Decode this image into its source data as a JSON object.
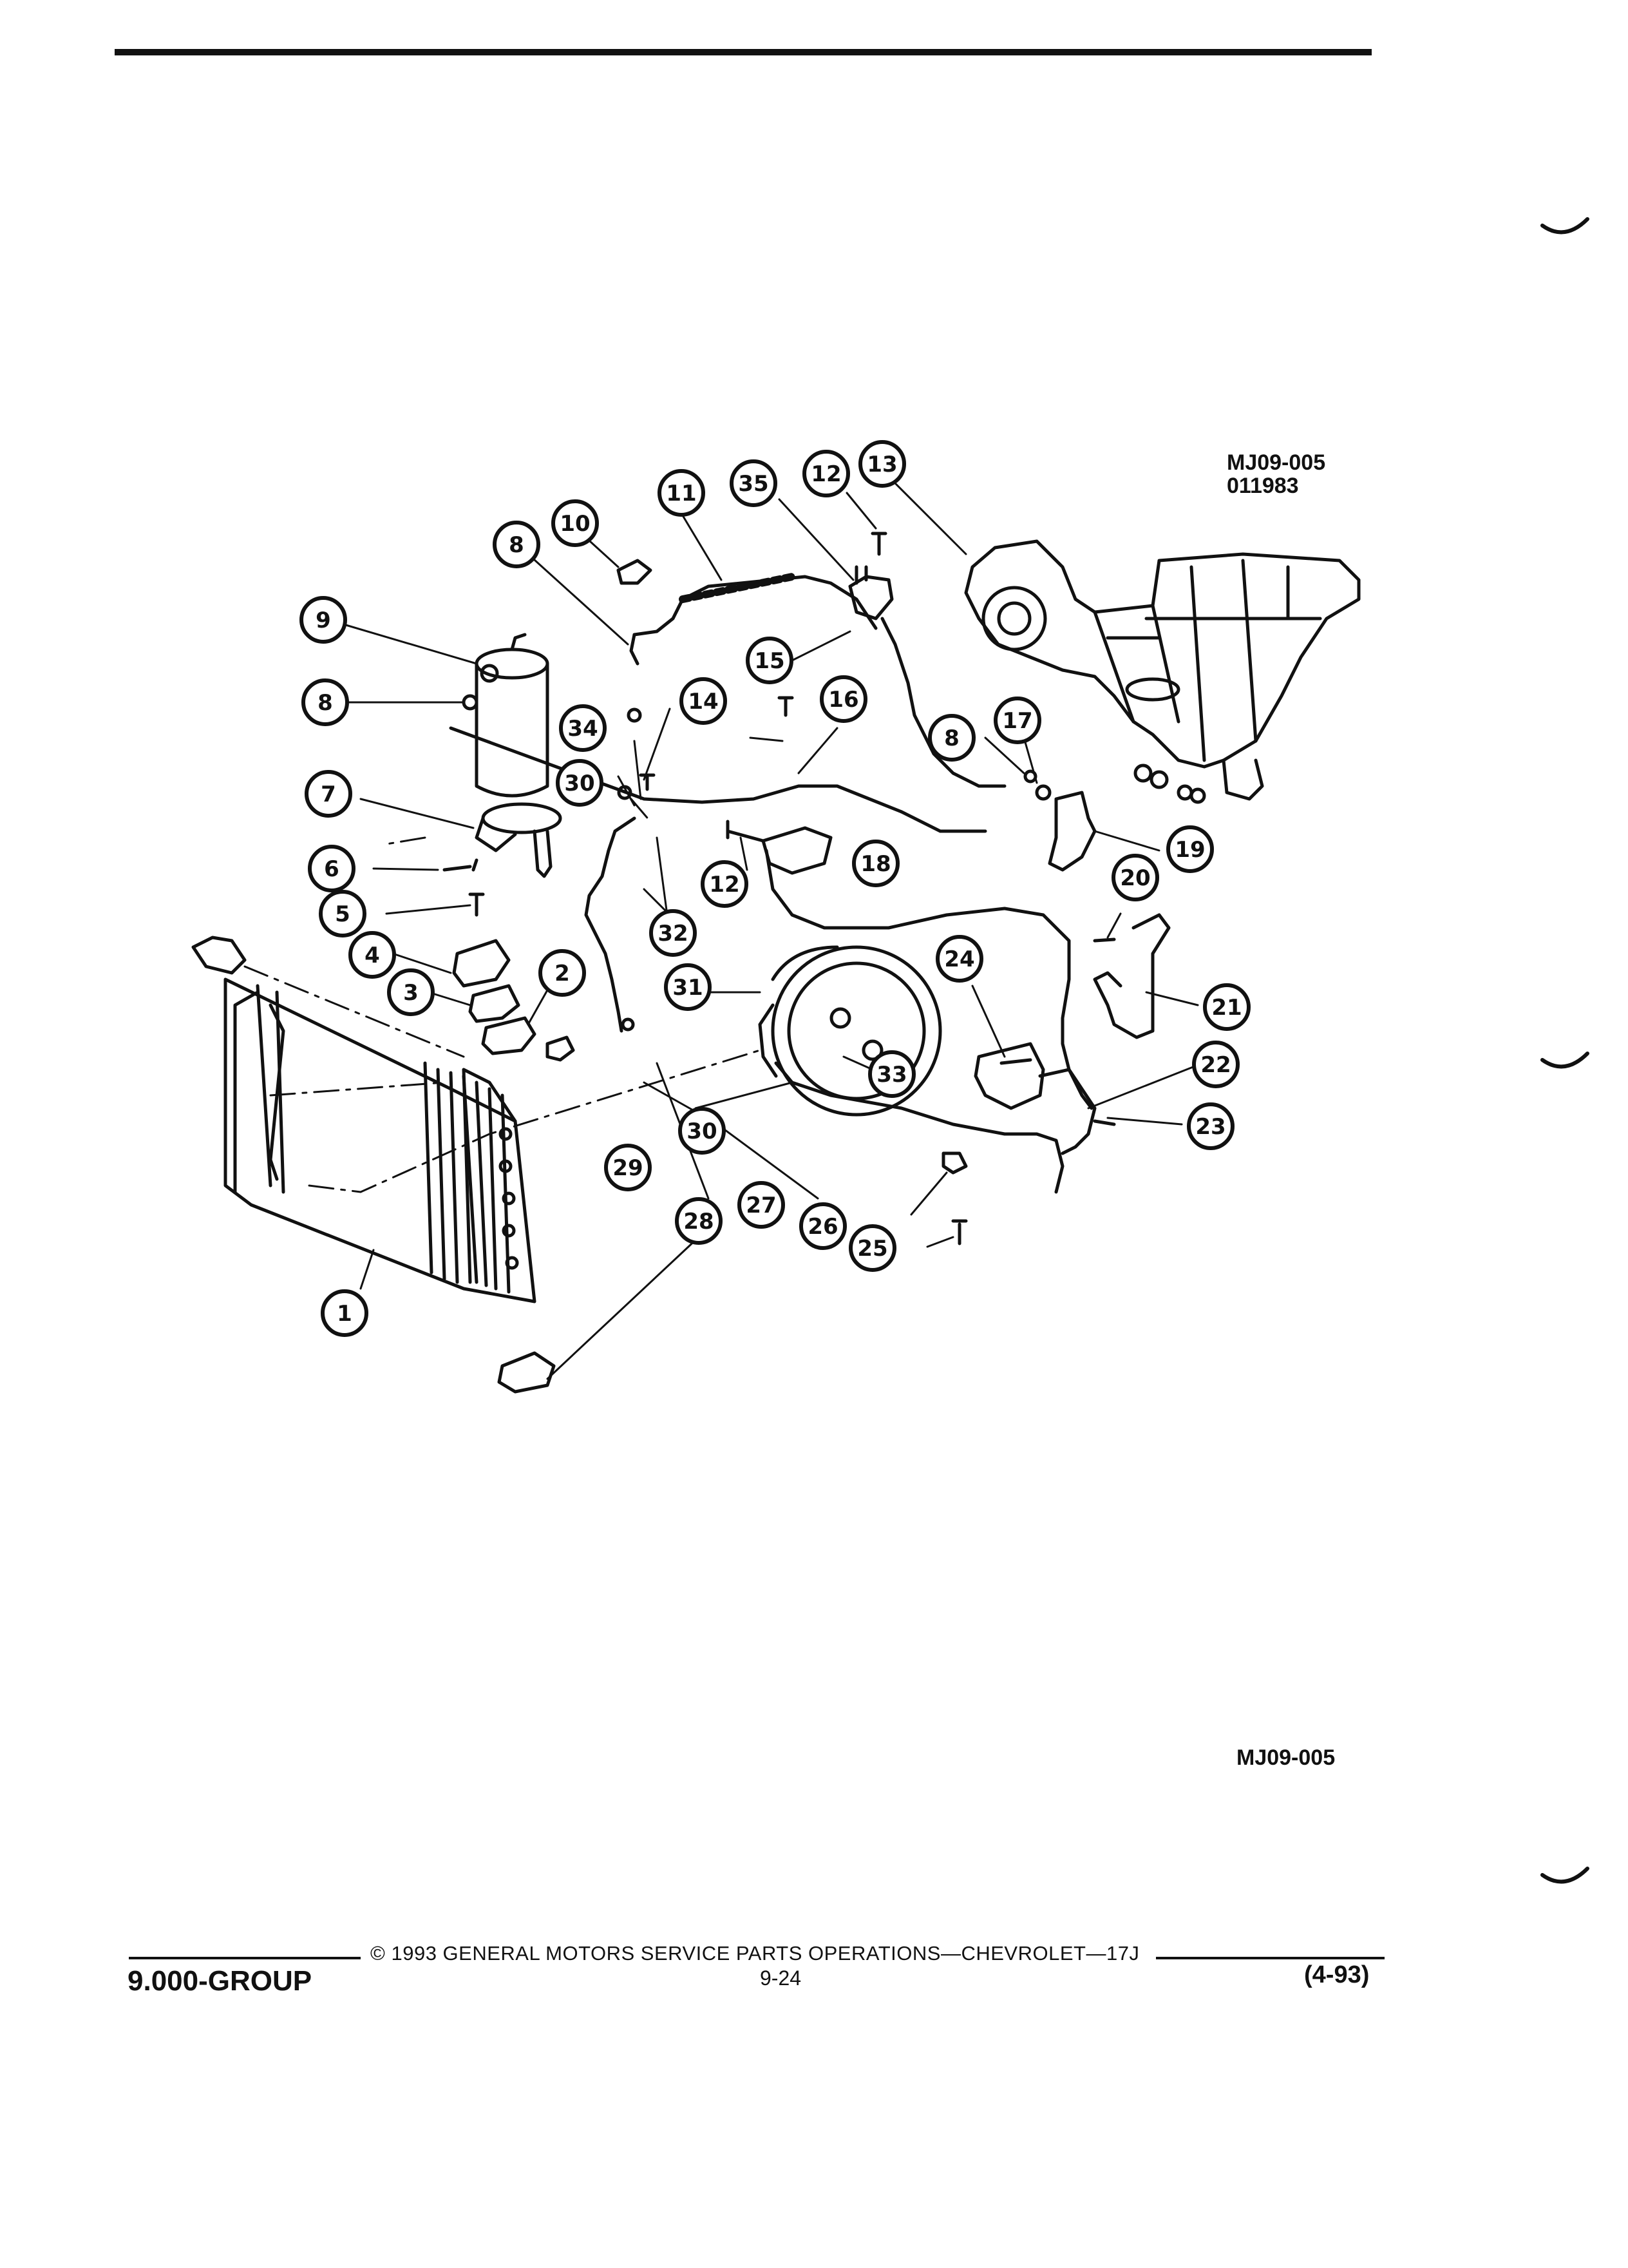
{
  "diagram": {
    "ref_top": [
      "MJ09-005",
      "011983"
    ],
    "ref_bottom": "MJ09-005",
    "callouts": [
      "1",
      "2",
      "3",
      "4",
      "5",
      "6",
      "7",
      "8",
      "9",
      "10",
      "11",
      "12",
      "13",
      "14",
      "15",
      "16",
      "17",
      "18",
      "19",
      "20",
      "21",
      "22",
      "23",
      "24",
      "25",
      "26",
      "27",
      "28",
      "29",
      "30",
      "31",
      "32",
      "33",
      "34",
      "35",
      "8",
      "8",
      "12",
      "30"
    ]
  },
  "footer": {
    "copyright_symbol": "©",
    "copyright": "1993  GENERAL MOTORS SERVICE PARTS OPERATIONS—CHEVROLET—17J",
    "group": "9.000-GROUP",
    "page": "9-24",
    "date": "(4-93)"
  }
}
